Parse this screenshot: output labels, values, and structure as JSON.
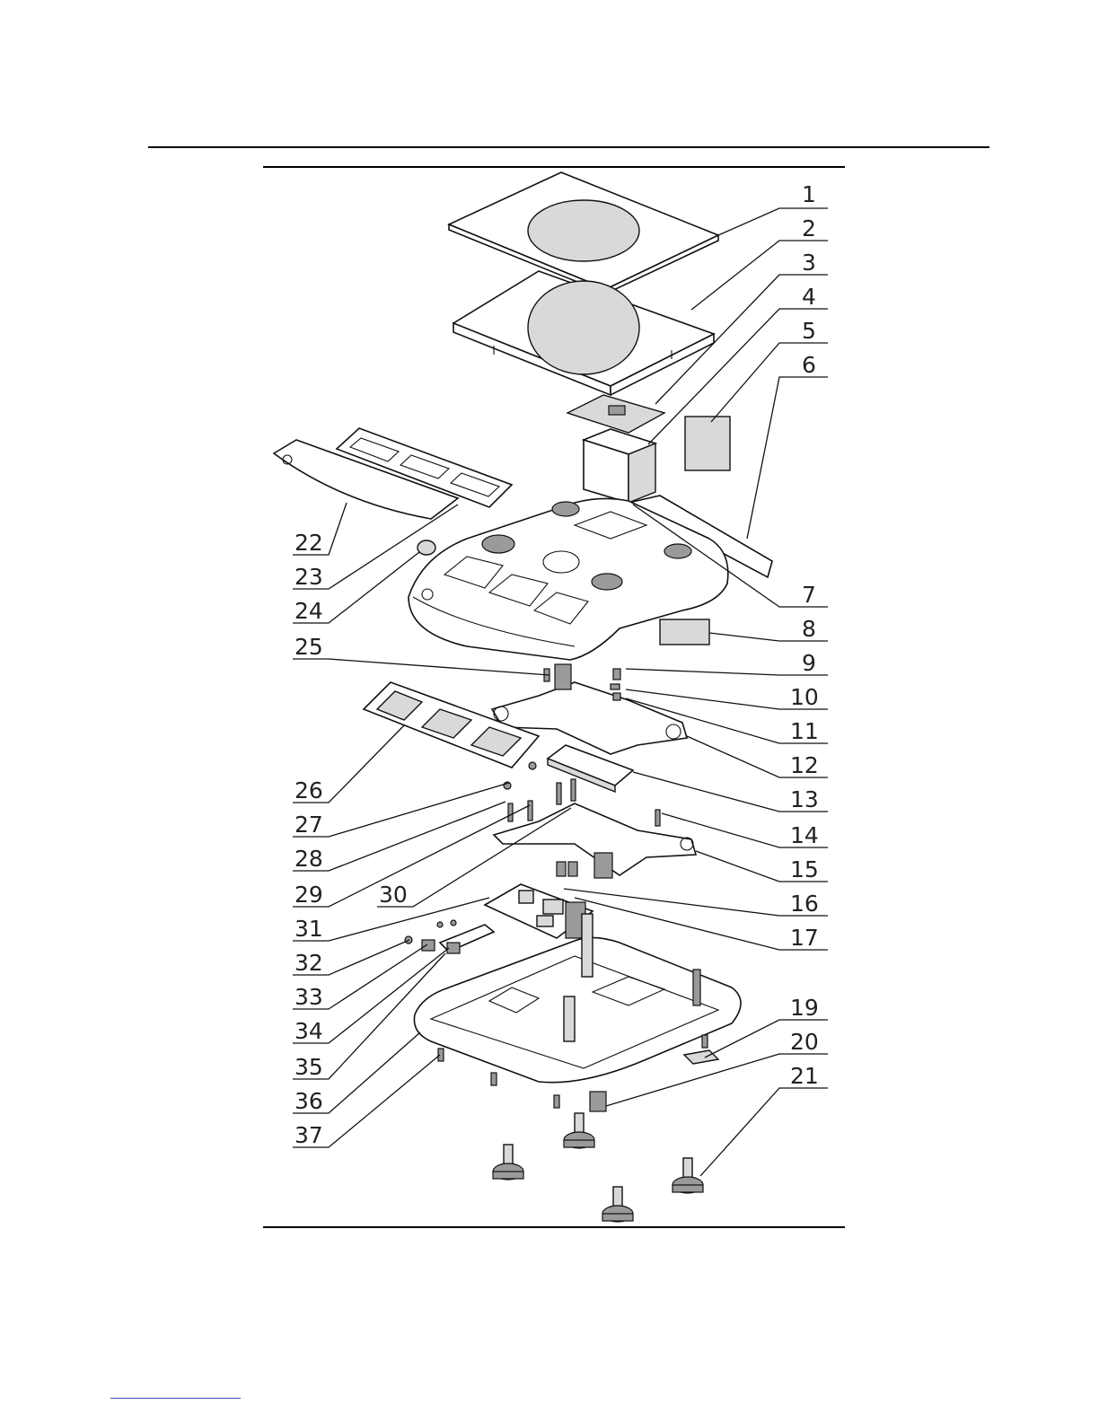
{
  "callouts": {
    "right": [
      "1",
      "2",
      "3",
      "4",
      "5",
      "6",
      "7",
      "8",
      "9",
      "10",
      "11",
      "12",
      "13",
      "14",
      "15",
      "16",
      "17",
      "19",
      "20",
      "21"
    ],
    "left": [
      "22",
      "23",
      "24",
      "25",
      "26",
      "27",
      "28",
      "29",
      "31",
      "32",
      "33",
      "34",
      "35",
      "36",
      "37"
    ],
    "inner": [
      "30"
    ]
  }
}
